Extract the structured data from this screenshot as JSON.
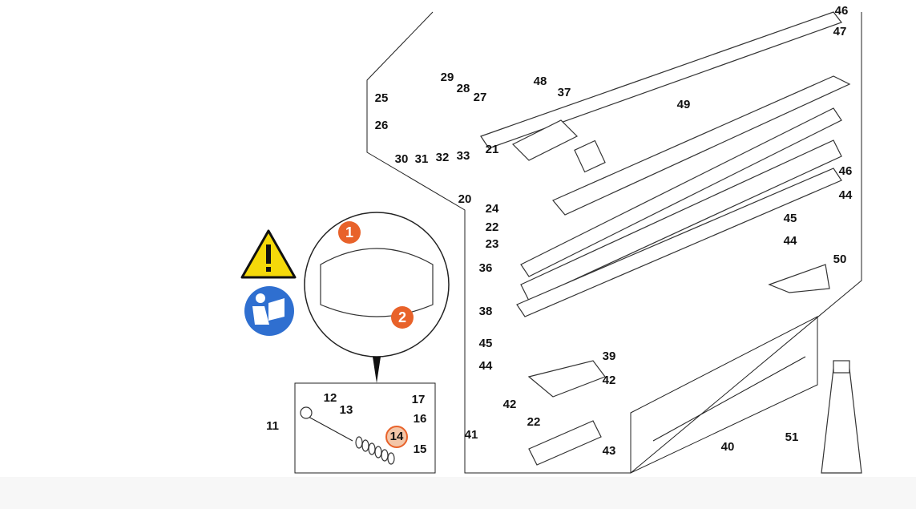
{
  "diagram": {
    "part_labels": [
      "46",
      "47",
      "48",
      "37",
      "49",
      "25",
      "29",
      "28",
      "27",
      "26",
      "30",
      "31",
      "32",
      "33",
      "21",
      "20",
      "24",
      "22",
      "23",
      "46",
      "44",
      "45",
      "44",
      "36",
      "38",
      "50",
      "45",
      "44",
      "39",
      "42",
      "42",
      "22",
      "41",
      "43",
      "40",
      "51",
      "11",
      "12",
      "13",
      "17",
      "16",
      "14",
      "15"
    ],
    "step_callouts": [
      "1",
      "2"
    ],
    "highlighted_label": "14",
    "colors": {
      "callout": "#e8622a",
      "warning": "#f5d90a",
      "manual_icon": "#2f6fd0",
      "highlight": "#f3c6a8"
    }
  }
}
